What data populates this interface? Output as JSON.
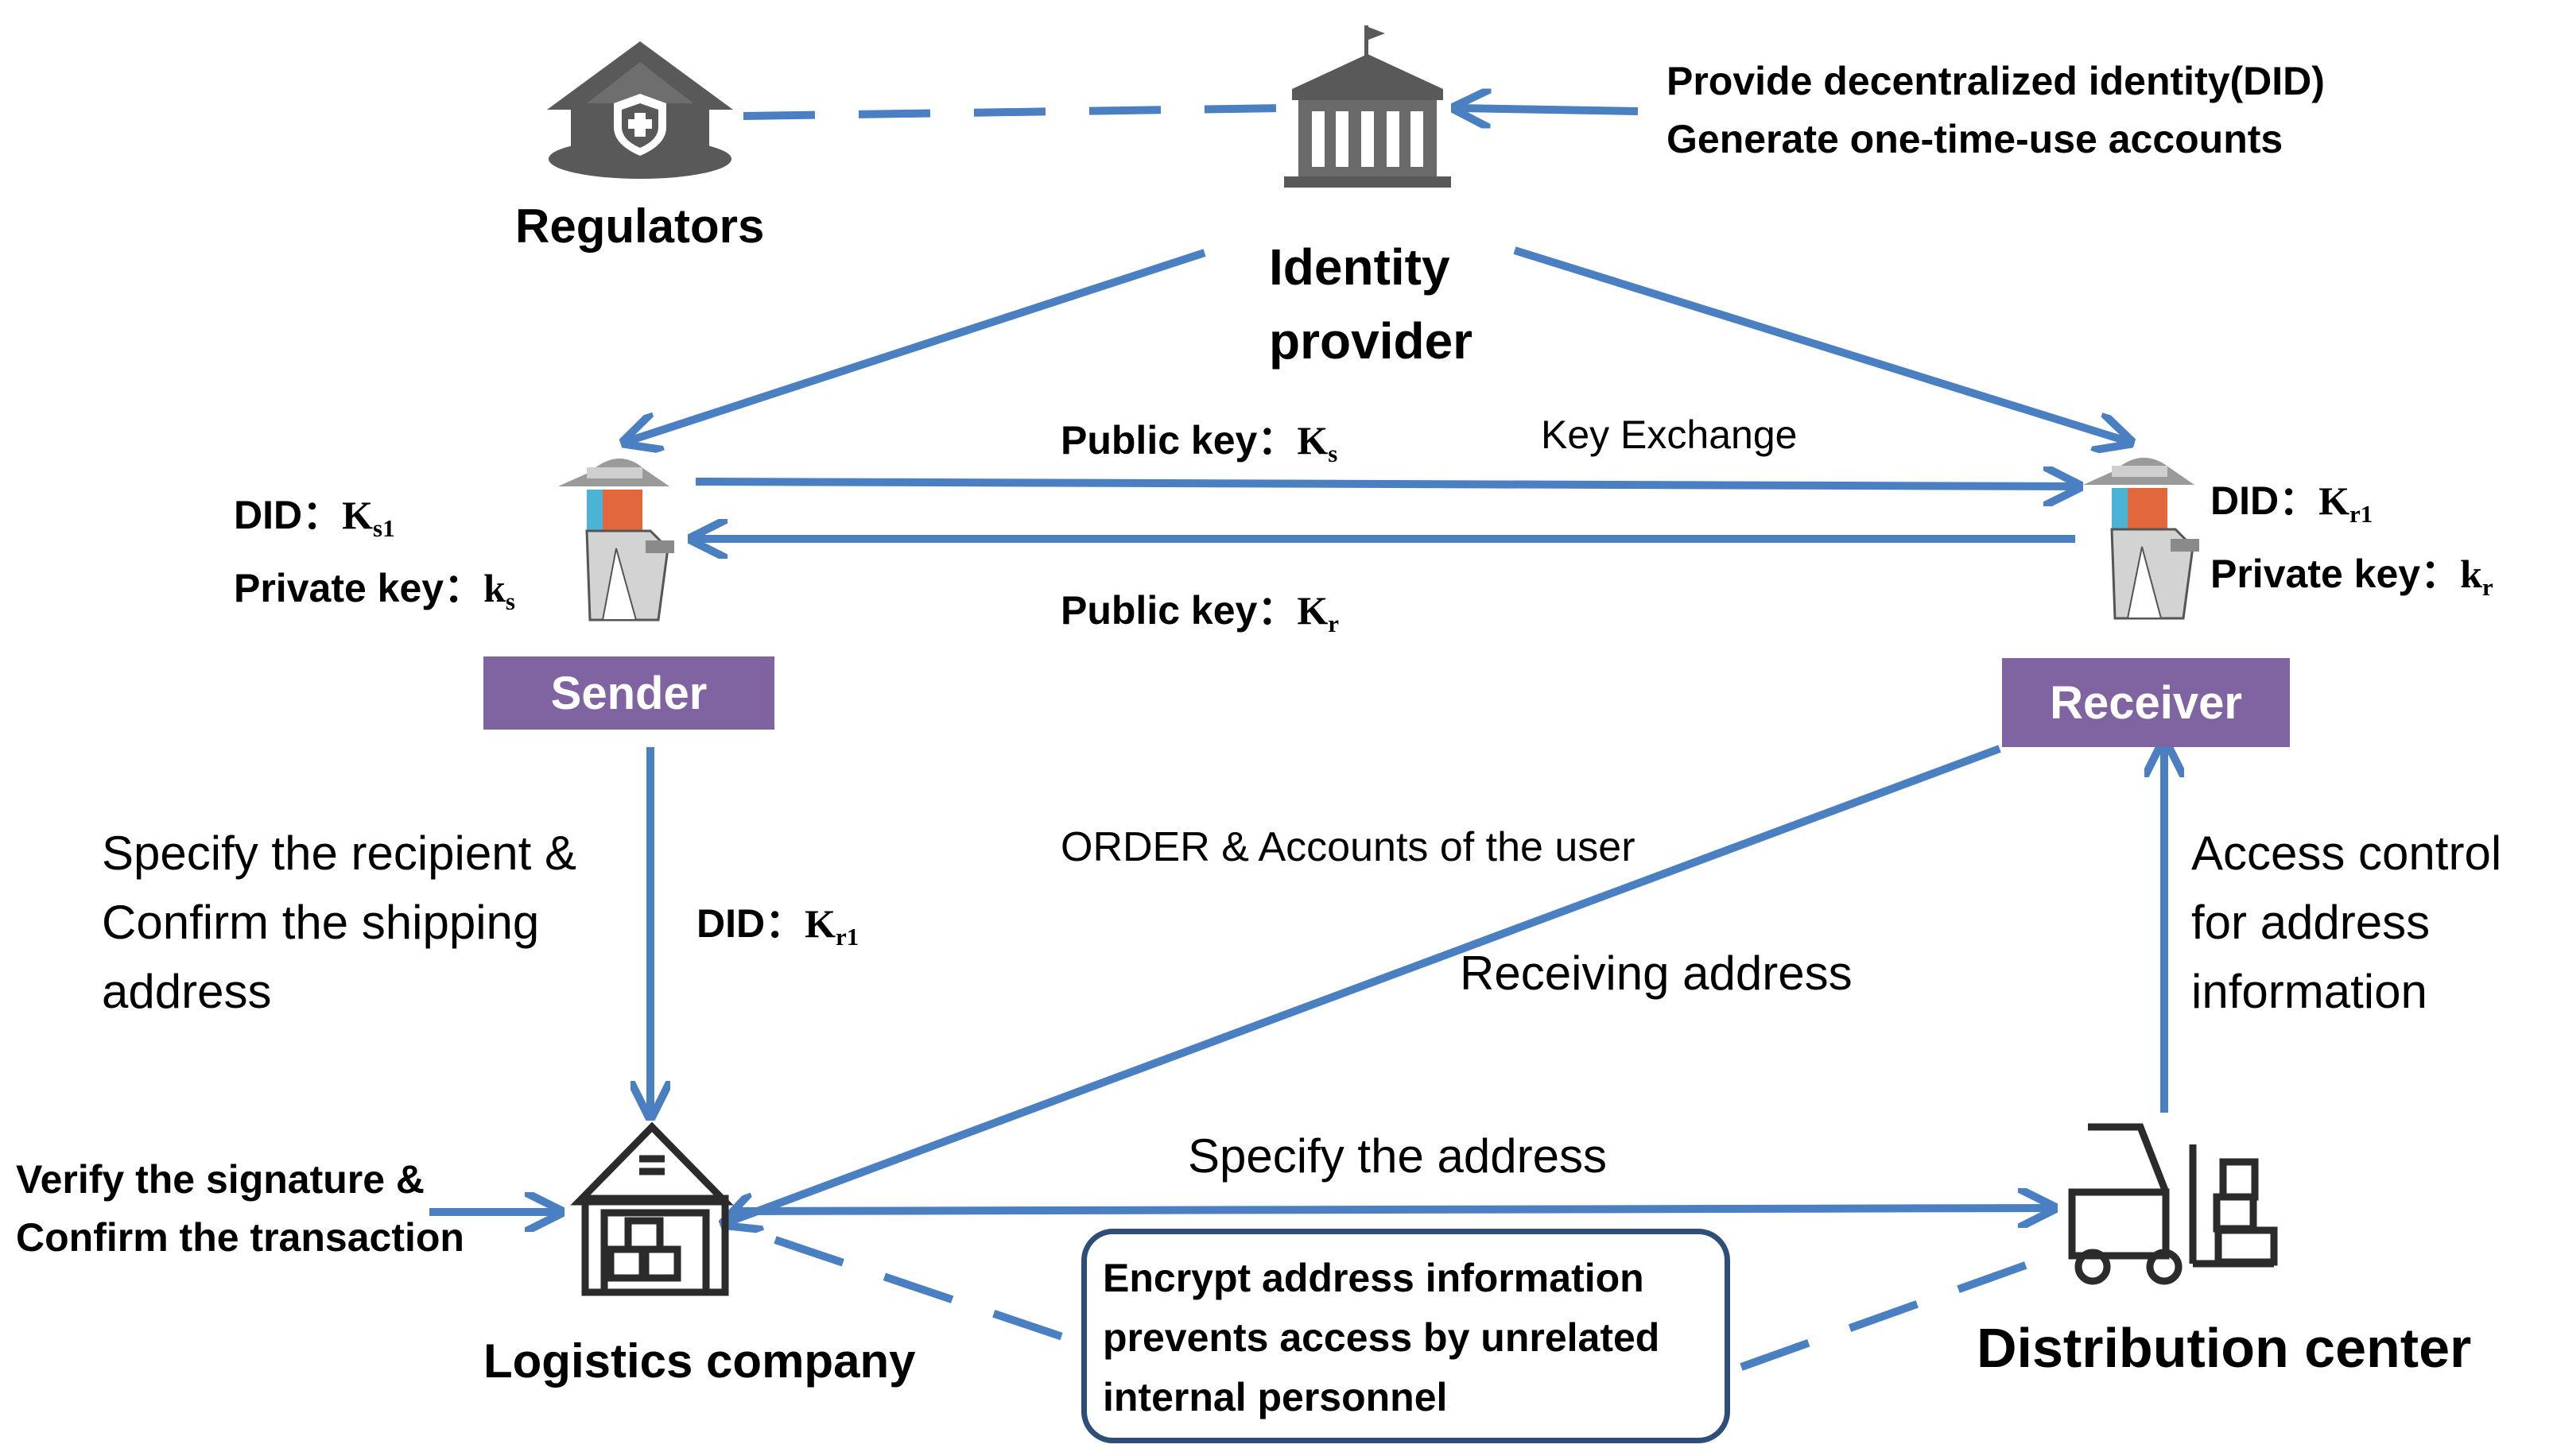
{
  "colors": {
    "arrow": "#4a7fc1",
    "dashed": "#4a7fc1",
    "tag_bg": "#8064a2",
    "note_border": "#2e4d78",
    "icon_dark": "#595959",
    "person_face": "#e2673c"
  },
  "nodes": {
    "regulators": "Regulators",
    "identity_provider": [
      "Identity",
      "provider"
    ],
    "sender": "Sender",
    "receiver": "Receiver",
    "logistics": "Logistics company",
    "distribution": "Distribution center"
  },
  "top_note": [
    "Provide decentralized identity(DID)",
    "Generate one-time-use accounts"
  ],
  "keys": {
    "sender_did_label": "DID：",
    "sender_did_main": "K",
    "sender_did_sub": "s1",
    "sender_priv_label": "Private key：",
    "sender_priv_main": "k",
    "sender_priv_sub": "s",
    "receiver_did_label": "DID：",
    "receiver_did_main": "K",
    "receiver_did_sub": "r1",
    "receiver_priv_label": "Private key：",
    "receiver_priv_main": "k",
    "receiver_priv_sub": "r",
    "pub_s_label": "Public key：",
    "pub_s_main": "K",
    "pub_s_sub": "s",
    "pub_r_label": "Public key：",
    "pub_r_main": "K",
    "pub_r_sub": "r",
    "key_exchange": "Key Exchange",
    "mid_did_label": "DID：",
    "mid_did_main": "K",
    "mid_did_sub": "r1"
  },
  "flows": {
    "specify_recipient": [
      "Specify the recipient &",
      "Confirm the shipping",
      "address"
    ],
    "order_accounts": "ORDER &  Accounts of the user",
    "receiving_address": "Receiving address",
    "access_control": [
      "Access control",
      "for  address",
      "information"
    ],
    "specify_address": "Specify the address",
    "verify": [
      "Verify the signature &",
      "Confirm the transaction"
    ]
  },
  "encrypt_note": [
    "Encrypt address information",
    "prevents access by unrelated",
    "internal personnel"
  ]
}
